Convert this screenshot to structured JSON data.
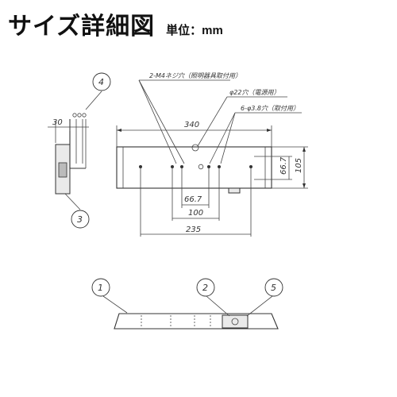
{
  "header": {
    "title": "サイズ詳細図",
    "unit": "単位：mm"
  },
  "notes": {
    "screw": "2-M4ネジ穴（照明器具取付用）",
    "hole22": "φ22穴（電源用）",
    "holes38": "6-φ3.8穴（取付用）"
  },
  "dimensions": {
    "d340": "340",
    "d30": "30",
    "d667_right": "66.7",
    "d105": "105",
    "d667_bottom": "66.7",
    "d100": "100",
    "d235": "235"
  },
  "callouts": {
    "c1": "1",
    "c2": "2",
    "c3": "3",
    "c4": "4",
    "c5": "5"
  }
}
